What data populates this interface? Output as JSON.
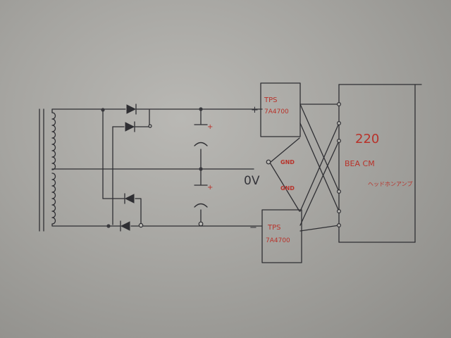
{
  "labels": {
    "plus_top": "+",
    "minus_bottom": "−",
    "zero_volt": "0V",
    "gnd_upper": "GND",
    "gnd_lower": "GND",
    "cap_top_plus": "+",
    "cap_bottom_plus": "+",
    "reg_top_line1": "TPS",
    "reg_top_line2": "7A4700",
    "reg_bottom_line1": "TPS",
    "reg_bottom_line2": "7A4700",
    "amp_line1": "220",
    "amp_line2": "BEA CM",
    "amp_line3": "ヘッドホンアンプ"
  }
}
